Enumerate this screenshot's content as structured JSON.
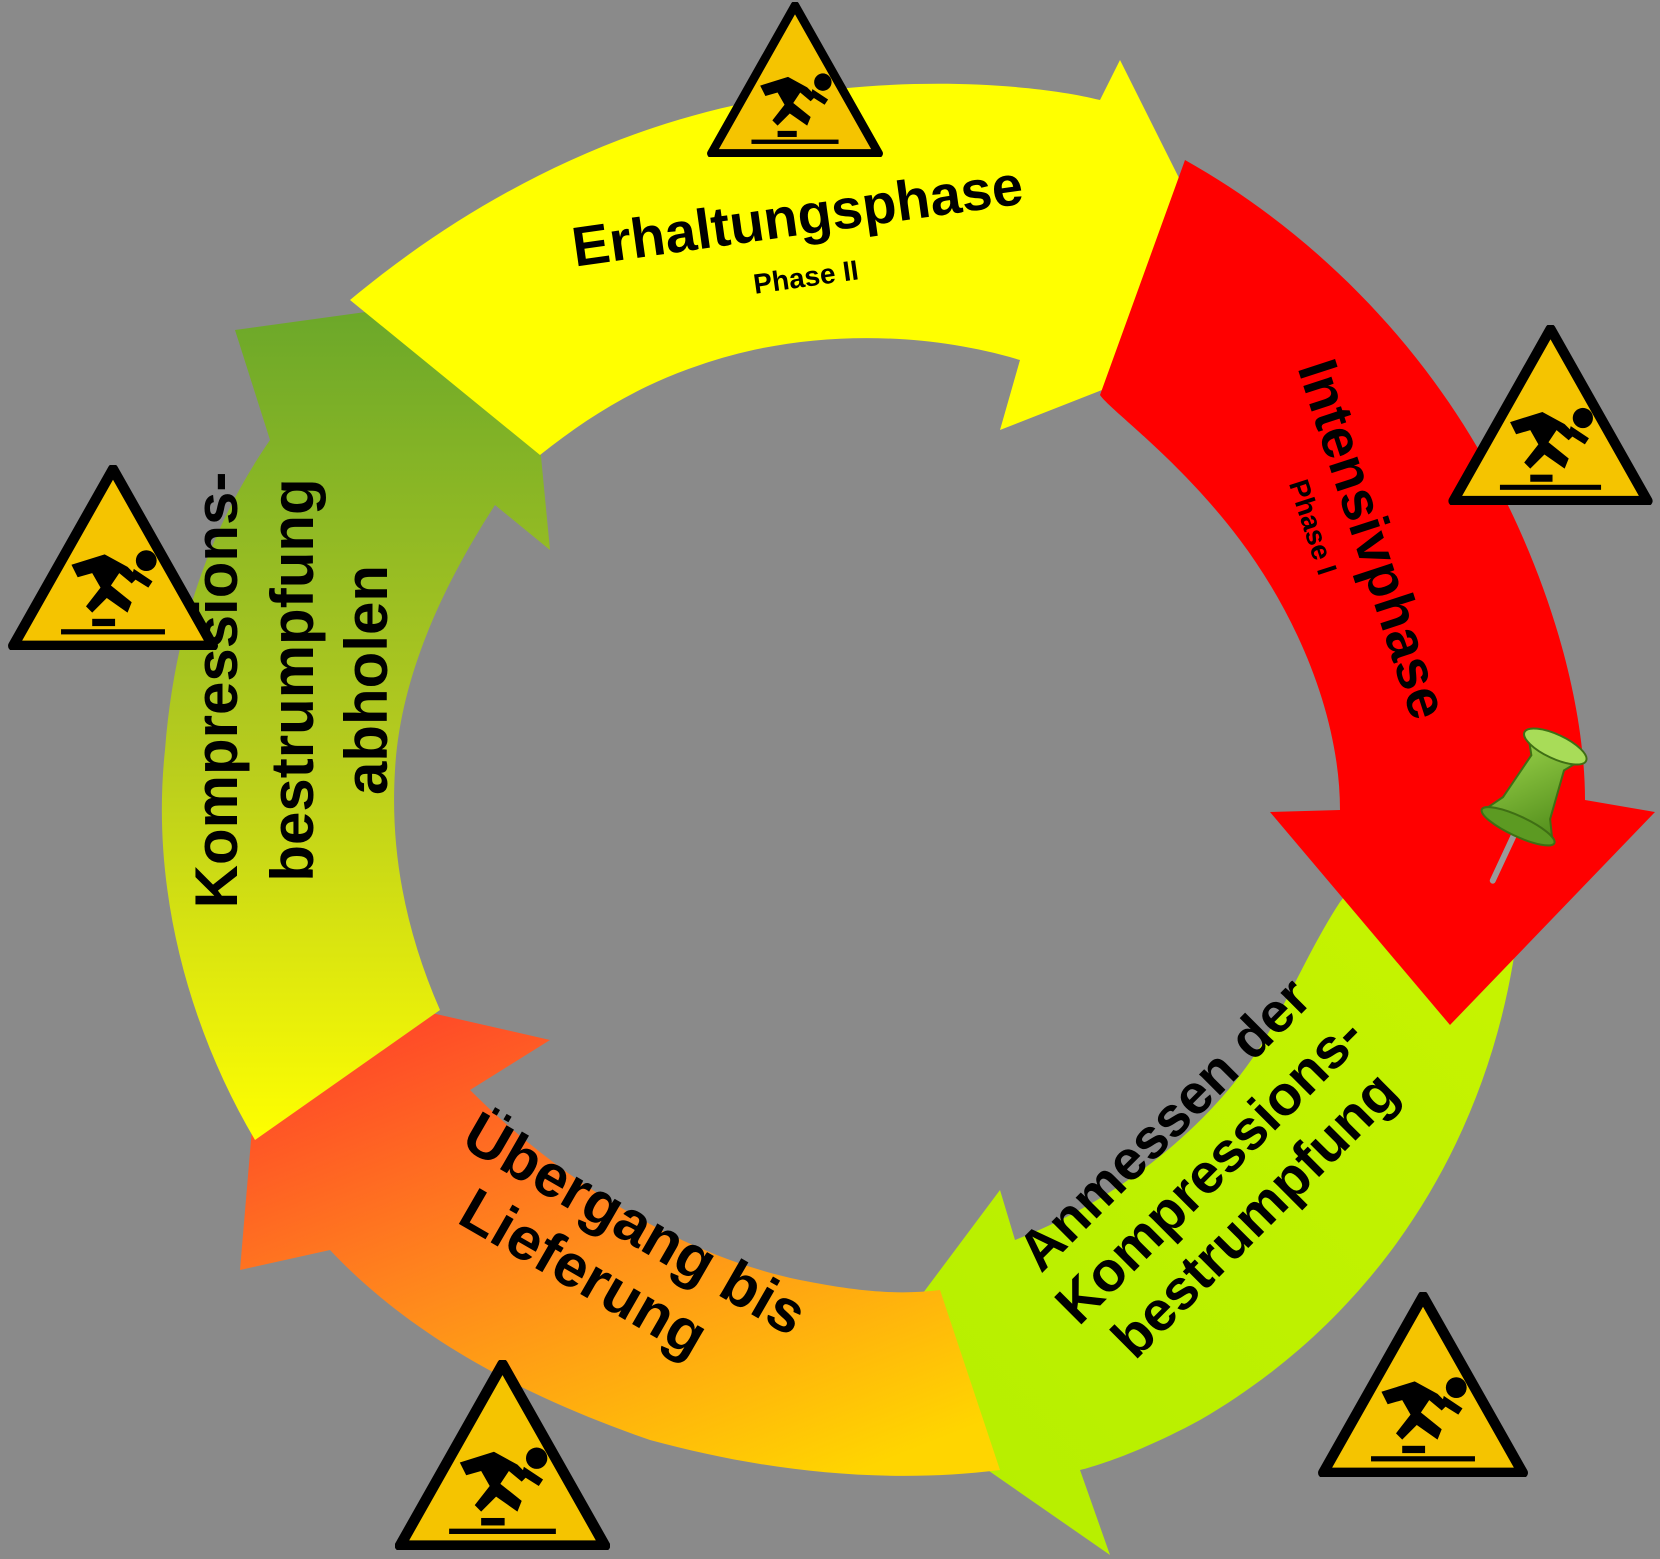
{
  "colors": {
    "background": "#8a8a8a",
    "red": "#ff0000",
    "yellow": "#ffff00",
    "lime": "#c3f500",
    "orange": "#ff8a1c",
    "green": "#6aa62a",
    "warning_yellow": "#f5c400"
  },
  "phases": {
    "erhaltung": {
      "title": "Erhaltungsphase",
      "subtitle": "Phase II"
    },
    "intensiv": {
      "title": "Intensivphase",
      "subtitle": "Phase I"
    },
    "anmessen": {
      "line1": "Anmessen der",
      "line2": "Kompressions-",
      "line3": "bestrumpfung"
    },
    "uebergang": {
      "line1": "Übergang bis",
      "line2": "Lieferung"
    },
    "abholen": {
      "line1": "Kompressions-",
      "line2": "bestrumpfung",
      "line3": "abholen"
    }
  },
  "icons": {
    "warning": "trip-hazard-warning-icon",
    "pin": "green-pushpin-icon"
  }
}
